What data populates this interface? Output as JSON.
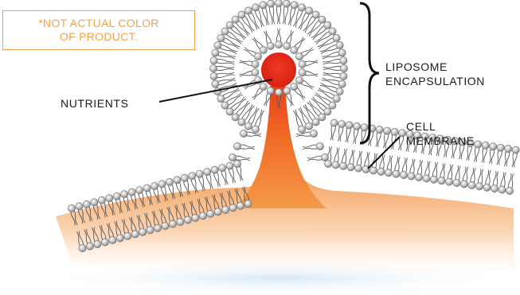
{
  "disclaimer": {
    "line1": "*NOT ACTUAL COLOR",
    "line2": "OF PRODUCT."
  },
  "labels": {
    "nutrients": "NUTRIENTS",
    "liposome_line1": "LIPOSOME",
    "liposome_line2": "ENCAPSULATION",
    "membrane_line1": "CELL",
    "membrane_line2": "MEMBRANE"
  },
  "colors": {
    "nutrient_core": "#e02a18",
    "nutrient_flow": "#f07a2a",
    "label_orange": "#f0a24a",
    "lipid_head": "#b8b8b8",
    "lipid_tail": "#555555",
    "shadow_blue": "#dcebf7"
  }
}
